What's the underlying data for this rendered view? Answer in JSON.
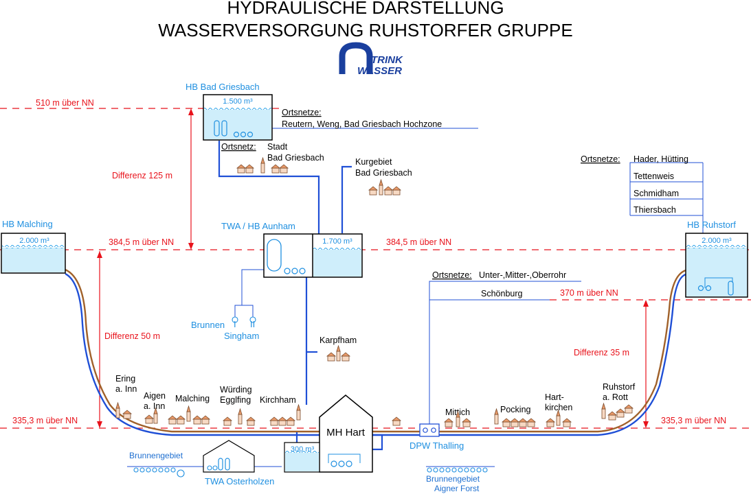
{
  "title": {
    "line1": "HYDRAULISCHE DARSTELLUNG",
    "line2": "WASSERVERSORGUNG RUHSTORFER GRUPPE"
  },
  "logo": {
    "line1": "TRINK",
    "line2": "WASSER"
  },
  "levels": {
    "nn510": "510 m über NN",
    "nn384_left": "384,5 m über NN",
    "nn384_mid": "384,5 m über NN",
    "nn370": "370 m über NN",
    "nn335_left": "335,3 m über NN",
    "nn335_right": "335,3 m über NN",
    "diff125": "Differenz 125 m",
    "diff50": "Differenz 50 m",
    "diff35": "Differenz 35 m"
  },
  "tanks": {
    "bad_griesbach": {
      "name": "HB  Bad Griesbach",
      "volume": "1.500 m³"
    },
    "malching": {
      "name": "HB  Malching",
      "volume": "2.000 m³"
    },
    "aunham": {
      "name": "TWA / HB  Aunham",
      "volume": "1.700 m³"
    },
    "ruhstorf": {
      "name": "HB  Ruhstorf",
      "volume": "2.000 m³"
    },
    "hart": {
      "volume": "300 m³"
    }
  },
  "ortsnetze_griesbach": {
    "label": "Ortsnetze:",
    "value": "Reutern, Weng, Bad Griesbach Hochzone"
  },
  "ortsnetz_stadt": {
    "label": "Ortsnetz:",
    "line1": "Stadt",
    "line2": "Bad Griesbach"
  },
  "kurgebiet": {
    "line1": "Kurgebiet",
    "line2": "Bad Griesbach"
  },
  "ortsnetze_ruhstorf": {
    "label": "Ortsnetze:",
    "items": [
      "Hader, Hütting",
      "Tettenweis",
      "Schmidham",
      "Thiersbach"
    ]
  },
  "ortsnetze_rohr": {
    "label": "Ortsnetze:",
    "value": "Unter-,Mitter-,Oberrohr",
    "item2": "Schönburg"
  },
  "brunnen_singham": {
    "line1": "Brunnen",
    "roman1": "I",
    "roman2": "II",
    "line2": "Singham"
  },
  "karpfham": "Karpfham",
  "villages": {
    "ering": {
      "line1": "Ering",
      "line2": "a. Inn"
    },
    "aigen": {
      "line1": "Aigen",
      "line2": "a. Inn"
    },
    "malching": "Malching",
    "wuerding": {
      "line1": "Würding",
      "line2": "Egglfing"
    },
    "kirchham": "Kirchham",
    "mittich": "Mittich",
    "pocking": "Pocking",
    "hartkirchen": {
      "line1": "Hart-",
      "line2": "kirchen"
    },
    "ruhstorf": {
      "line1": "Ruhstorf",
      "line2": "a. Rott"
    }
  },
  "mh_hart": "MH Hart",
  "dpw_thalling": "DPW Thalling",
  "twa_osterholzen": "TWA Osterholzen",
  "brunnengebiet_left": "Brunnengebiet",
  "brunnengebiet_right": {
    "line1": "Brunnengebiet",
    "line2": "Aigner Forst"
  },
  "colors": {
    "red": "#e8121b",
    "blue_pipe": "#1f4fd6",
    "brown_pipe": "#a0612a",
    "label_blue": "#1e8fe0",
    "water": "#cfeefb",
    "water_line": "#2ea3e8"
  }
}
